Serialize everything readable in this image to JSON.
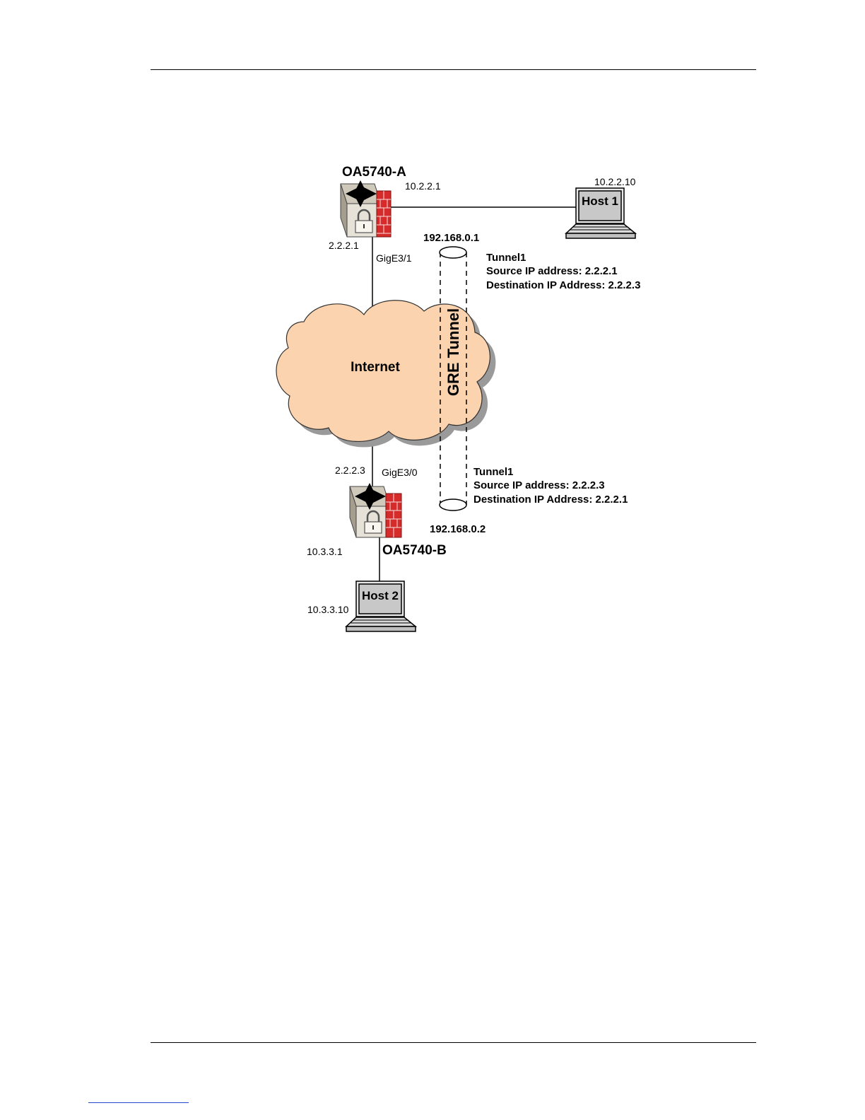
{
  "routers": {
    "a": {
      "name": "OA5740-A",
      "lan_ip": "10.2.2.1",
      "wan_ip": "2.2.2.1",
      "wan_port": "GigE3/1"
    },
    "b": {
      "name": "OA5740-B",
      "lan_ip": "10.3.3.1",
      "wan_ip": "2.2.2.3",
      "wan_port": "GigE3/0"
    }
  },
  "hosts": {
    "host1": {
      "label": "Host 1",
      "ip": "10.2.2.10"
    },
    "host2": {
      "label": "Host 2",
      "ip": "10.3.3.10"
    }
  },
  "cloud": {
    "label": "Internet"
  },
  "tunnel": {
    "label": "GRE Tunnel",
    "end_a_ip": "192.168.0.1",
    "end_b_ip": "192.168.0.2",
    "config_a": {
      "name": "Tunnel1",
      "source": "Source IP address: 2.2.2.1",
      "destination": "Destination IP Address: 2.2.2.3"
    },
    "config_b": {
      "name": "Tunnel1",
      "source": "Source IP address: 2.2.2.3",
      "destination": "Destination IP Address: 2.2.2.1"
    }
  },
  "colors": {
    "cloud_fill": "#fbd3ae",
    "cloud_shadow": "#9a9a9a",
    "router_red": "#d52b2b",
    "router_body": "#e6e2d8",
    "screen": "#c8c8c8"
  }
}
